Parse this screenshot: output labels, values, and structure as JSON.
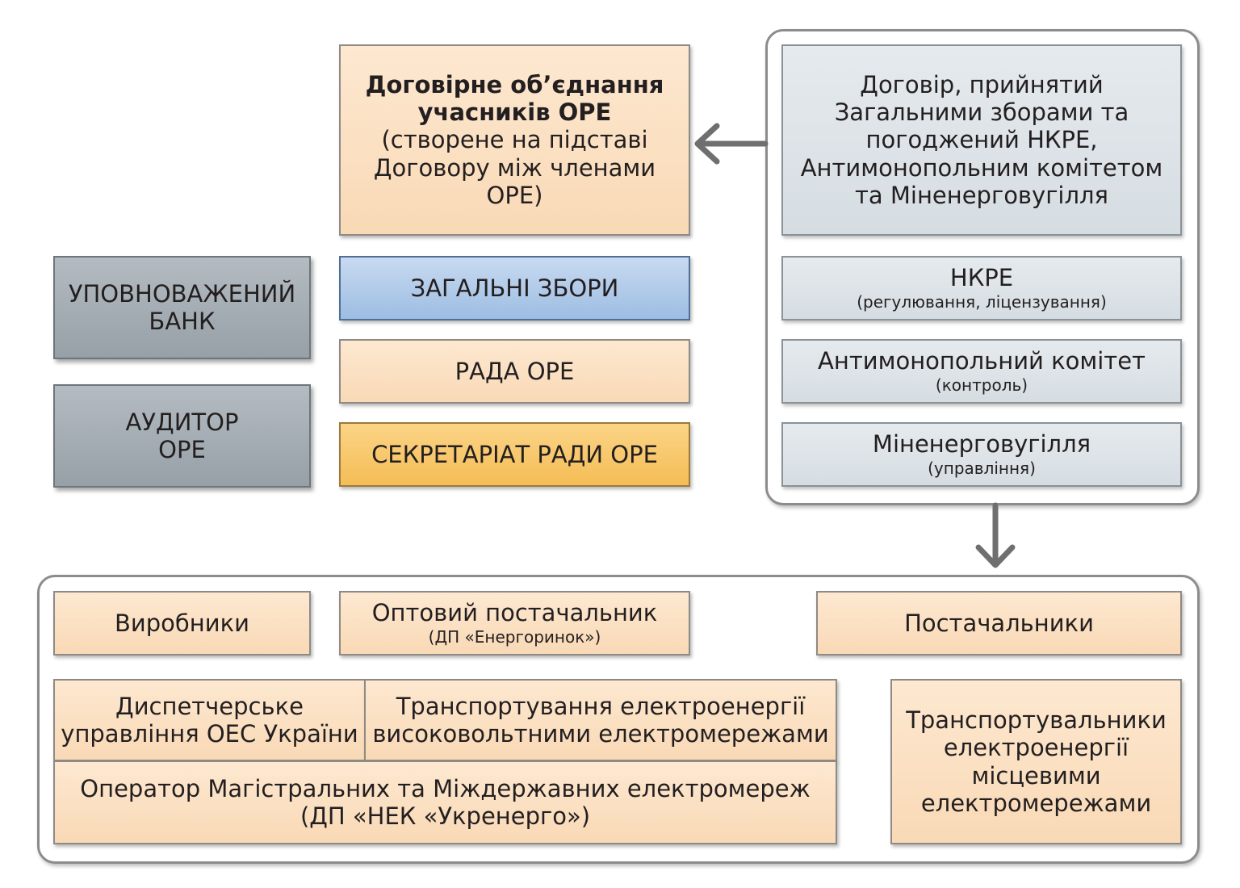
{
  "union": {
    "title_line1": "Договірне об’єднання",
    "title_line2": "учасників ОРЕ",
    "desc_line1": "(створене на підставі",
    "desc_line2": "Договору між членами",
    "desc_line3": "ОРЕ)"
  },
  "left_boxes": {
    "bank_line1": "УПОВНОВАЖЕНИЙ",
    "bank_line2": "БАНК",
    "auditor_line1": "АУДИТОР",
    "auditor_line2": "ОРЕ"
  },
  "center_boxes": {
    "general_meeting": "ЗАГАЛЬНІ ЗБОРИ",
    "council": "РАДА ОРЕ",
    "secretariat": "СЕКРЕТАРІАТ РАДИ ОРЕ"
  },
  "regulators": {
    "contract_line1": "Договір, прийнятий",
    "contract_line2": "Загальними зборами та",
    "contract_line3": "погоджений НКРЕ,",
    "contract_line4": "Антимонопольним комітетом",
    "contract_line5": "та Міненерговугілля",
    "nkre_name": "НКРЕ",
    "nkre_role": "(регулювання, ліцензування)",
    "amc_name": "Антимонопольний комітет",
    "amc_role": "(контроль)",
    "ministry_name": "Міненерговугілля",
    "ministry_role": "(управління)"
  },
  "participants": {
    "producers": "Виробники",
    "wholesale_name": "Оптовий постачальник",
    "wholesale_sub": "(ДП «Енергоринок»)",
    "suppliers": "Постачальники",
    "dispatch_line1": "Диспетчерське",
    "dispatch_line2": "управління ОЕС України",
    "hv_line1": "Транспортування електроенергії",
    "hv_line2": "високовольтними електромережами",
    "operator_line1": "Оператор Магістральних та Міждержавних електромереж",
    "operator_line2": "(ДП «НЕК «Укренерго»)",
    "local_line1": "Транспортувальники",
    "local_line2": "електроенергії",
    "local_line3": "місцевими",
    "local_line4": "електромережами"
  },
  "colors": {
    "peach": "#f9d9b6",
    "blue": "#9dbde3",
    "gold": "#f5bd55",
    "slate": "#97a0a7",
    "pale": "#d6dde2",
    "arrow": "#6f6f6f"
  }
}
